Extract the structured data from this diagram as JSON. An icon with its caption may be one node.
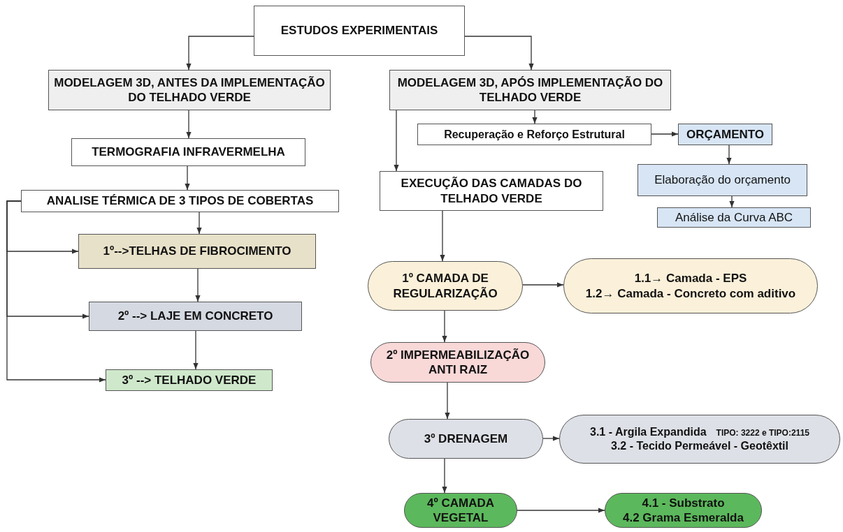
{
  "diagram": {
    "nodes": [
      {
        "text": [
          "ESTUDOS EXPERIMENTAIS"
        ]
      },
      {
        "text": [
          "MODELAGEM 3D, ANTES DA IMPLEMENTAÇÃO DO TELHADO VERDE"
        ]
      },
      {
        "text": [
          "MODELAGEM 3D, APÓS IMPLEMENTAÇÃO DO TELHADO VERDE"
        ]
      },
      {
        "text": [
          "TERMOGRAFIA INFRAVERMELHA"
        ]
      },
      {
        "text": [
          "ANALISE TÉRMICA DE 3 TIPOS DE COBERTAS"
        ]
      },
      {
        "text": [
          "1º-->TELHAS DE FIBROCIMENTO"
        ]
      },
      {
        "text": [
          "2º --> LAJE EM CONCRETO"
        ]
      },
      {
        "text": [
          "3º --> TELHADO VERDE"
        ]
      },
      {
        "text": [
          "Recuperação e Reforço Estrutural"
        ]
      },
      {
        "text": [
          "ORÇAMENTO"
        ]
      },
      {
        "text": [
          "EXECUÇÃO DAS CAMADAS DO TELHADO VERDE"
        ]
      },
      {
        "text": [
          "Elaboração do orçamento"
        ]
      },
      {
        "text": [
          "Análise da Curva ABC"
        ]
      },
      {
        "text": [
          "1º CAMADA DE REGULARIZAÇÃO"
        ]
      },
      {
        "text": [
          "1.1→ Camada - EPS",
          "1.2→ Camada - Concreto com aditivo"
        ]
      },
      {
        "text": [
          "2º IMPERMEABILIZAÇÃO ANTI RAIZ"
        ]
      },
      {
        "text": [
          "3º DRENAGEM"
        ]
      },
      {
        "text": [
          "3.1 - Argila Expandida",
          "TIPO: 3222 e TIPO:2115",
          "3.2 - Tecido Permeável - Geotêxtil"
        ]
      },
      {
        "text": [
          "4º CAMADA VEGETAL"
        ]
      },
      {
        "text": [
          "4.1 - Substrato",
          "4.2 Grama Esmeralda"
        ]
      }
    ],
    "edges": [
      {
        "from": 0,
        "to": 1,
        "arrow": "to"
      },
      {
        "from": 0,
        "to": 2,
        "arrow": "to"
      },
      {
        "from": 1,
        "to": 3,
        "arrow": "to"
      },
      {
        "from": 3,
        "to": 4,
        "arrow": "to"
      },
      {
        "from": 4,
        "to": 5,
        "arrow": "to"
      },
      {
        "from": 5,
        "to": 6,
        "arrow": "to"
      },
      {
        "from": 6,
        "to": 7,
        "arrow": "to"
      },
      {
        "from": 4,
        "to": 5,
        "arrow": "to"
      },
      {
        "from": 4,
        "to": 6,
        "arrow": "to"
      },
      {
        "from": 4,
        "to": 7,
        "arrow": "to"
      },
      {
        "from": 2,
        "to": 8,
        "arrow": "to"
      },
      {
        "from": 2,
        "to": 10,
        "arrow": "to"
      },
      {
        "from": 8,
        "to": 9,
        "arrow": "to"
      },
      {
        "from": 9,
        "to": 11,
        "arrow": "to"
      },
      {
        "from": 11,
        "to": 12,
        "arrow": "to"
      },
      {
        "from": 10,
        "to": 13,
        "arrow": "to"
      },
      {
        "from": 13,
        "to": 14,
        "arrow": "to"
      },
      {
        "from": 13,
        "to": 15,
        "arrow": "to"
      },
      {
        "from": 15,
        "to": 16,
        "arrow": "to"
      },
      {
        "from": 16,
        "to": 17,
        "arrow": "to"
      },
      {
        "from": 16,
        "to": 18,
        "arrow": "to"
      },
      {
        "from": 18,
        "to": 19,
        "arrow": "to"
      }
    ]
  }
}
